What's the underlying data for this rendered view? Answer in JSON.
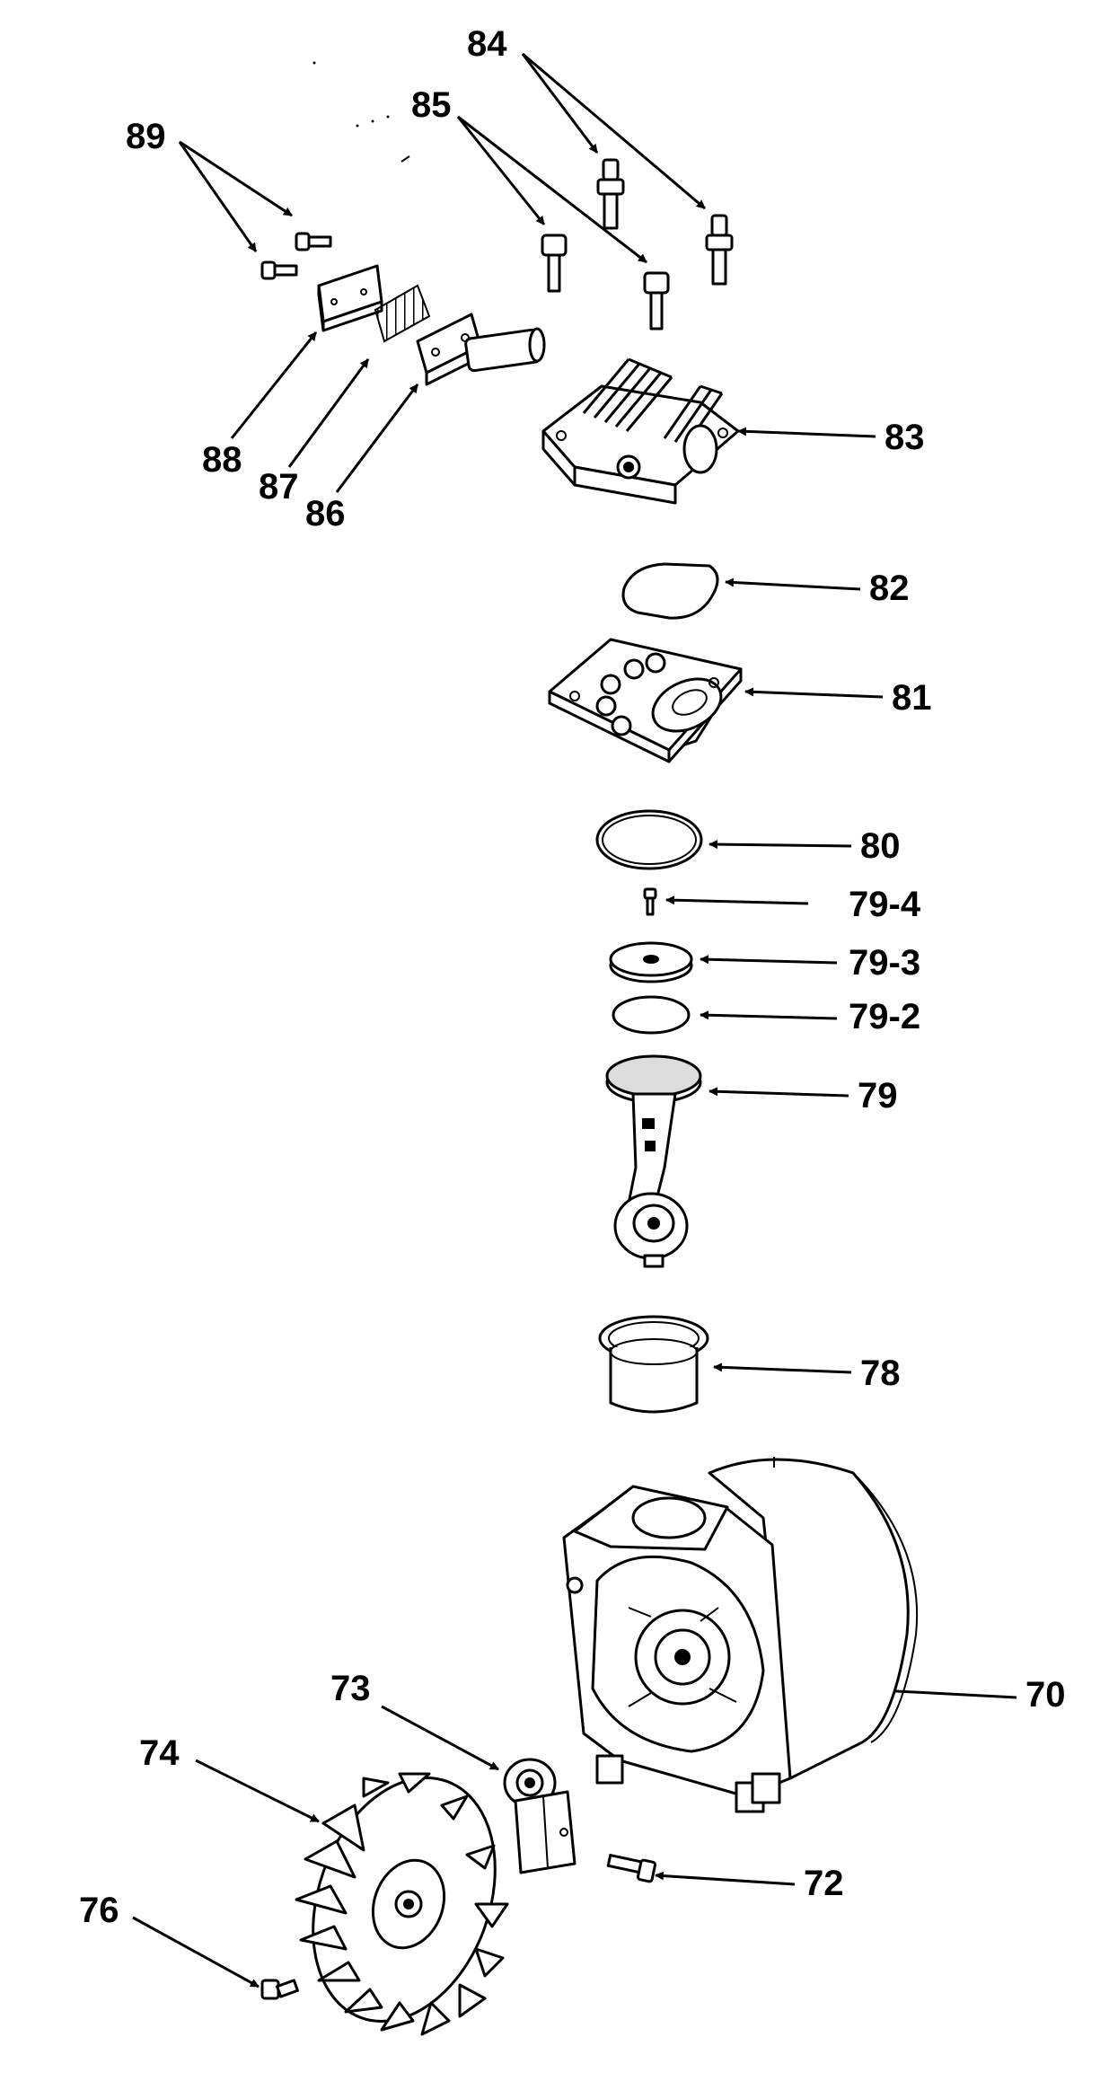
{
  "callouts": [
    {
      "id": "84",
      "label": "84"
    },
    {
      "id": "85",
      "label": "85"
    },
    {
      "id": "89",
      "label": "89"
    },
    {
      "id": "88",
      "label": "88"
    },
    {
      "id": "87",
      "label": "87"
    },
    {
      "id": "86",
      "label": "86"
    },
    {
      "id": "83",
      "label": "83"
    },
    {
      "id": "82",
      "label": "82"
    },
    {
      "id": "81",
      "label": "81"
    },
    {
      "id": "80",
      "label": "80"
    },
    {
      "id": "79-4",
      "label": "79-4"
    },
    {
      "id": "79-3",
      "label": "79-3"
    },
    {
      "id": "79-2",
      "label": "79-2"
    },
    {
      "id": "79",
      "label": "79"
    },
    {
      "id": "78",
      "label": "78"
    },
    {
      "id": "73",
      "label": "73"
    },
    {
      "id": "74",
      "label": "74"
    },
    {
      "id": "70",
      "label": "70"
    },
    {
      "id": "72",
      "label": "72"
    },
    {
      "id": "76",
      "label": "76"
    }
  ]
}
